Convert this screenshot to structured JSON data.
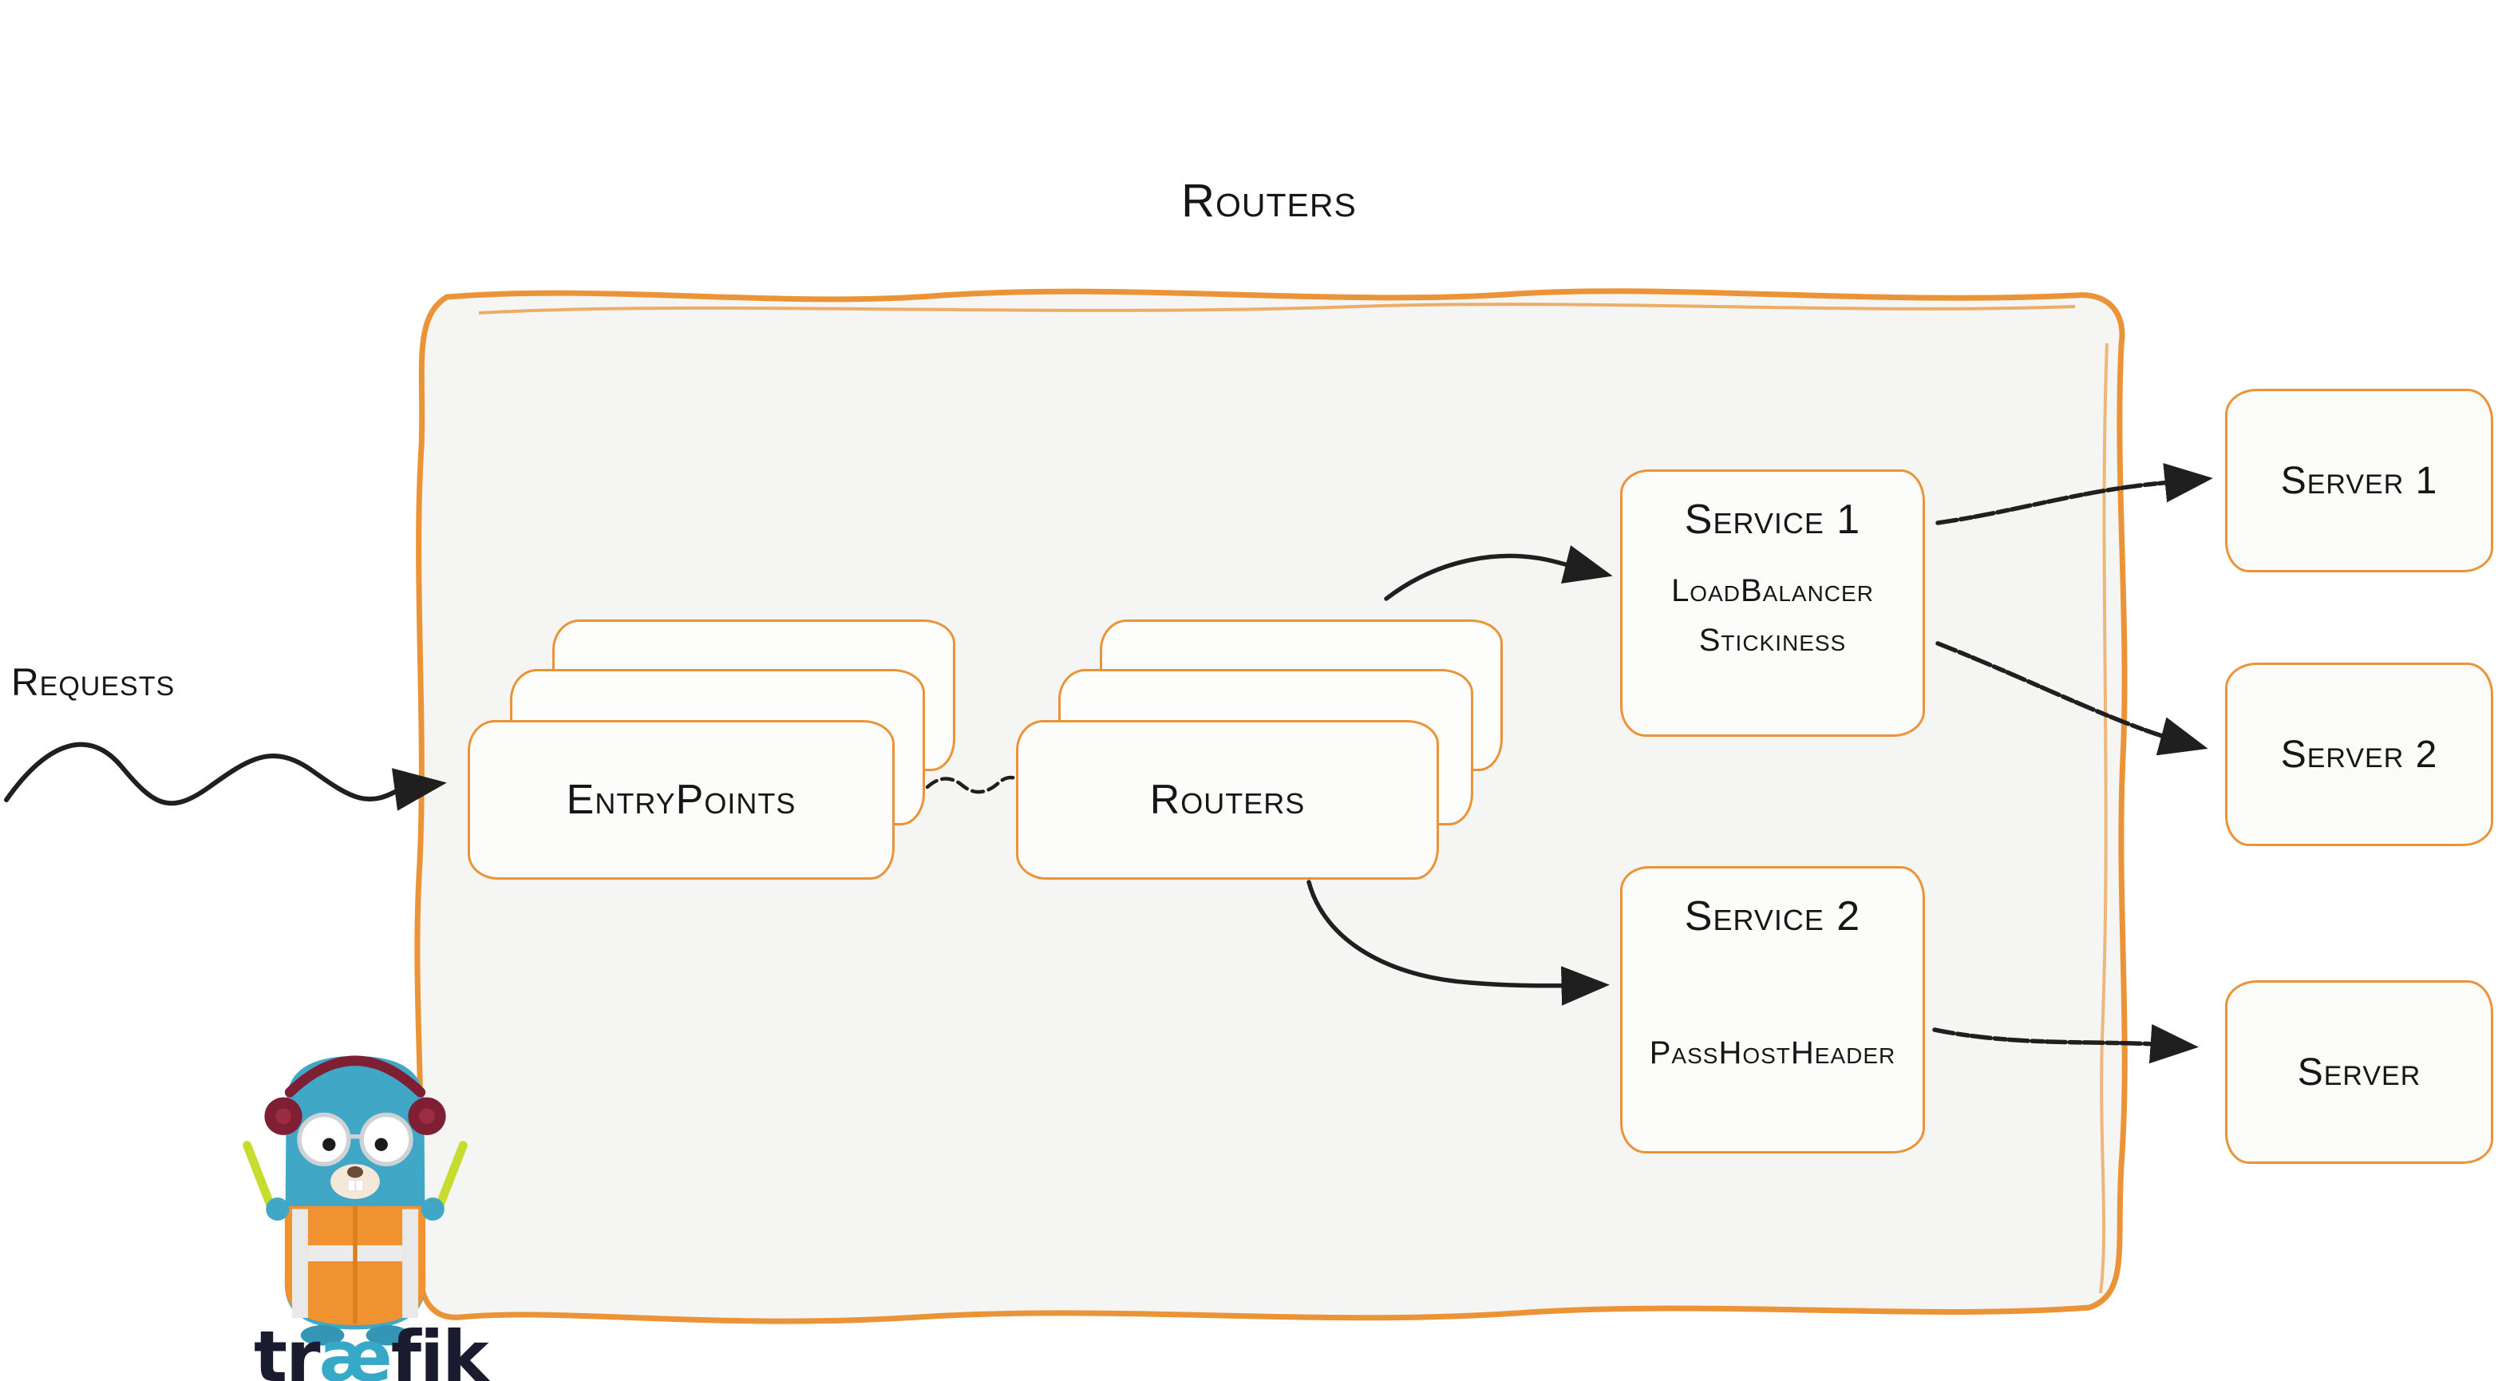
{
  "diagram": {
    "title": "Routers",
    "requests_label": "Requests",
    "entrypoints_label": "EntryPoints",
    "routers_label": "Routers",
    "service1": {
      "title": "Service 1",
      "lines": [
        "LoadBalancer",
        "Stickiness"
      ]
    },
    "service2": {
      "title": "Service 2",
      "lines": [
        "PassHostHeader"
      ]
    },
    "servers": [
      {
        "label": "Server 1"
      },
      {
        "label": "Server 2"
      },
      {
        "label": "Server"
      }
    ]
  },
  "logo": {
    "pre": "tr",
    "ae": "æ",
    "post": "fik"
  },
  "colors": {
    "orange": "#EB9437",
    "container_fill": "#f5f5f3",
    "arrow": "#1f1f1f",
    "logo_teal": "#36A9C9",
    "gopher_blue": "#41A7C6",
    "vest_orange": "#F0922F",
    "headphone_red": "#7E1F33",
    "glowstick_green": "#C8DB2F"
  }
}
